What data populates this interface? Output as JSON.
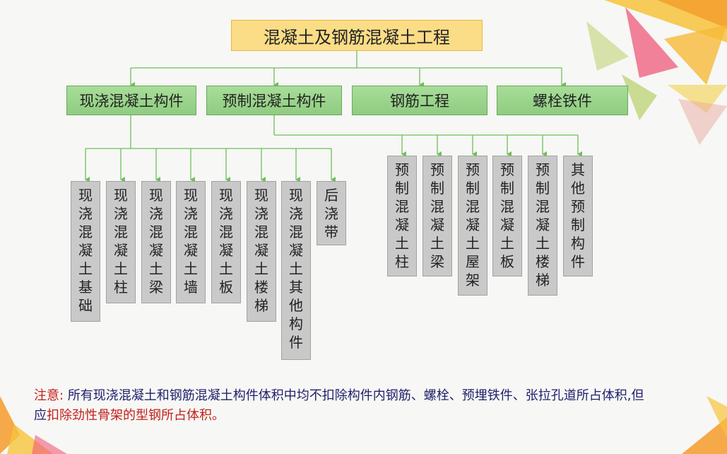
{
  "root": "混凝土及钢筋混凝土工程",
  "categories": [
    "现浇混凝土构件",
    "预制混凝土构件",
    "钢筋工程",
    "螺栓铁件"
  ],
  "cast_in_place_items": [
    "现浇混凝土基础",
    "现浇混凝土柱",
    "现浇混凝土梁",
    "现浇混凝土墙",
    "现浇混凝土板",
    "现浇混凝土楼梯",
    "现浇混凝土其他构件",
    "后浇带"
  ],
  "precast_items": [
    "预制混凝土柱",
    "预制混凝土梁",
    "预制混凝土屋架",
    "预制混凝土板",
    "预制混凝土楼梯",
    "其他预制构件"
  ],
  "note": {
    "label": "注意:",
    "text_1": "所有现浇混凝土和钢筋混凝土构件体积中均不扣除构件内钢筋、螺栓、预埋铁件、张拉孔道所占体积,但应",
    "highlight": "扣除劲性骨架的型钢所占体积。"
  },
  "colors": {
    "root_fill": "#fbdc87",
    "category_fill": "#9fd78f",
    "leaf_fill": "#c9c9c9",
    "connector": "#6fbf5a",
    "note_label": "#c0211b",
    "note_text": "#1f1f6b"
  }
}
